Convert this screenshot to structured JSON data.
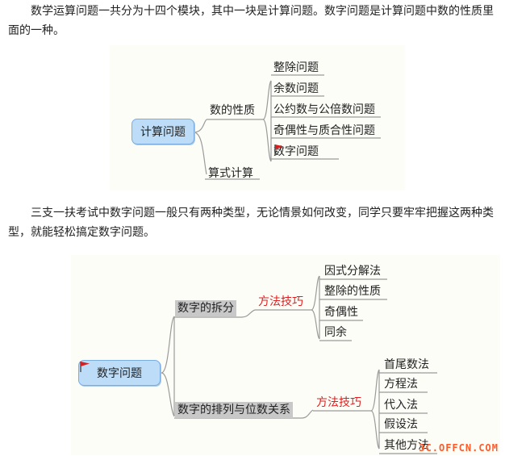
{
  "paragraphs": {
    "intro": "数学运算问题一共分为十四个模块，其中一块是计算问题。数字问题是计算问题中数的性质里面的一种。",
    "middle": "三支一扶考试中数字问题一般只有两种类型，无论情景如何改变，同学只要牢牢把握这两种类型，就能轻松搞定数字问题。"
  },
  "map1": {
    "root": "计算问题",
    "branch_a": "数的性质",
    "branch_b": "算式计算",
    "leaves": [
      "整除问题",
      "余数问题",
      "公约数与公倍数问题",
      "奇偶性与质合性问题",
      "数字问题"
    ]
  },
  "map2": {
    "root": "数字问题",
    "branch_a": "数字的拆分",
    "branch_b": "数字的排列与位数关系",
    "method_a": "方法技巧",
    "method_b": "方法技巧",
    "leaves_a": [
      "因式分解法",
      "整除的性质",
      "奇偶性",
      "同余"
    ],
    "leaves_b": [
      "首尾数法",
      "方程法",
      "代入法",
      "假设法",
      "其他方法"
    ]
  },
  "watermark": "3C.OFFCN.COM",
  "colors": {
    "root_fill": "#bcdcf7",
    "method_text": "#e02020",
    "flag": "#d62020",
    "watermark": "#ff5a2a"
  }
}
